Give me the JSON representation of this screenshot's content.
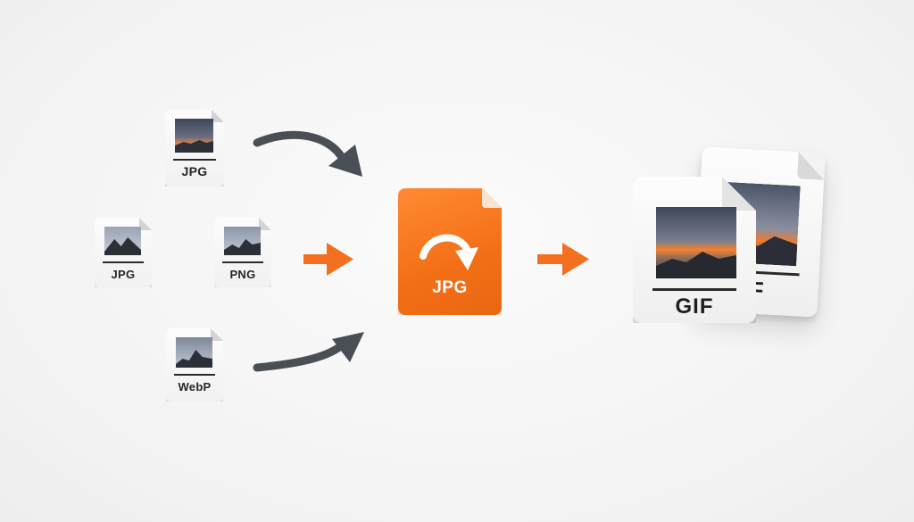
{
  "colors": {
    "accent_orange": "#f37021",
    "dark_arrow": "#4a4f55",
    "card_white": "#f7f7f7",
    "text_dark": "#262626"
  },
  "sources": [
    {
      "label": "JPG",
      "icon": "landscape-image-icon"
    },
    {
      "label": "JPG",
      "icon": "mountain-image-icon"
    },
    {
      "label": "PNG",
      "icon": "mountain-image-icon"
    },
    {
      "label": "WebP",
      "icon": "mountain-image-icon"
    }
  ],
  "center": {
    "label": "JPG",
    "icon": "curved-arrow-icon"
  },
  "output": {
    "front_label": "GIF",
    "back_label": "F"
  }
}
